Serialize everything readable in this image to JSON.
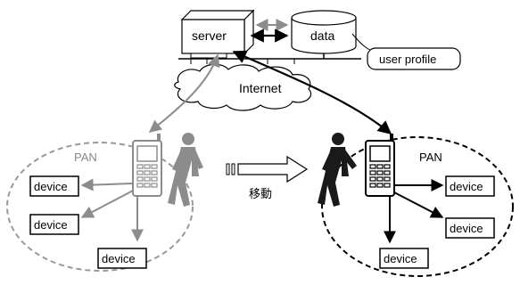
{
  "labels": {
    "server": "server",
    "data": "data",
    "user_profile": "user profile",
    "internet": "Internet",
    "pan_left": "PAN",
    "pan_right": "PAN",
    "move": "移動",
    "device": "device"
  },
  "colors": {
    "gray": "#8c8c8c",
    "dark": "#1a1a1a",
    "line": "#000000"
  },
  "icons": {
    "server_box": "server-icon",
    "database": "database-icon",
    "cloud": "cloud-icon",
    "phone": "mobile-phone-icon",
    "person": "walking-person-icon",
    "move_arrow": "move-arrow-icon"
  }
}
